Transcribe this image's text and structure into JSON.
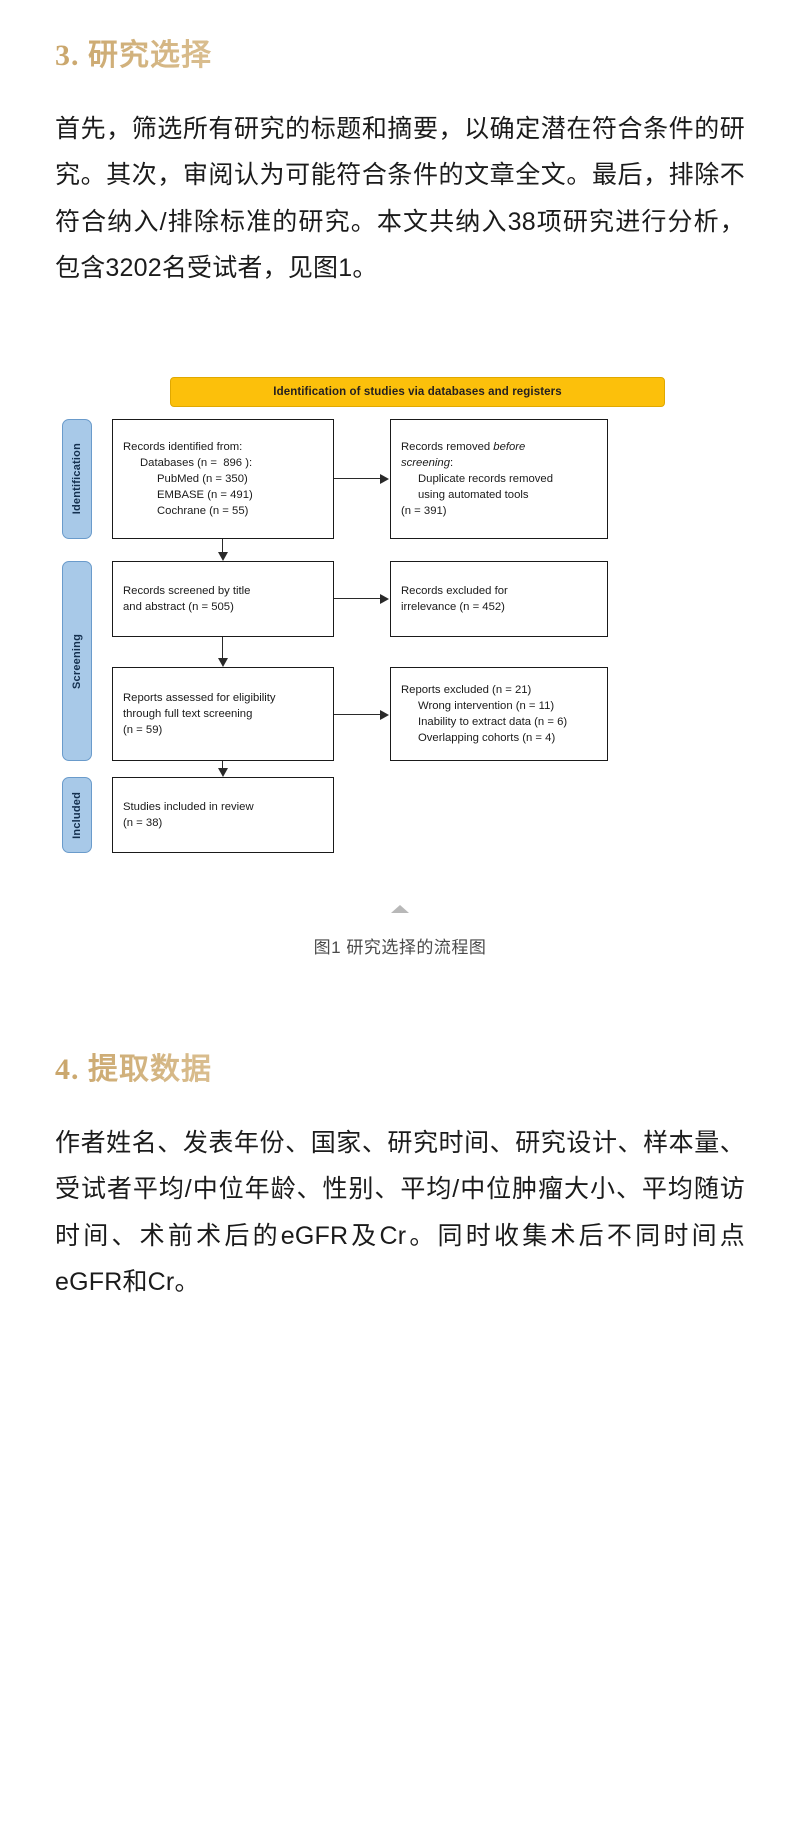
{
  "sections": {
    "study_selection": {
      "heading": "3. 研究选择",
      "paragraph": "首先，筛选所有研究的标题和摘要，以确定潜在符合条件的研究。其次，审阅认为可能符合条件的文章全文。最后，排除不符合纳入/排除标准的研究。本文共纳入38项研究进行分析，包含3202名受试者，见图1。"
    },
    "data_extraction": {
      "heading": "4. 提取数据",
      "paragraph": "作者姓名、发表年份、国家、研究时间、研究设计、样本量、受试者平均/中位年龄、性别、平均/中位肿瘤大小、平均随访时间、术前术后的eGFR及Cr。同时收集术后不同时间点eGFR和Cr。"
    }
  },
  "figure": {
    "caption": "图1 研究选择的流程图",
    "banner": "Identification of studies via databases and registers",
    "colors": {
      "banner_bg": "#fcc00b",
      "stage_bg": "#a8c9e8",
      "stage_border": "#6a9bcb",
      "box_border": "#1a1a1a",
      "heading_gold": "#c9a56a"
    },
    "stages": [
      {
        "label": "Identification"
      },
      {
        "label": "Screening"
      },
      {
        "label": "Included"
      }
    ],
    "boxes": {
      "identified": {
        "line1": "Records identified from:",
        "line2": "Databases (n =  896 ):",
        "line3": "PubMed (n = 350)",
        "line4": "EMBASE (n = 491)",
        "line5": "Cochrane (n = 55)"
      },
      "removed": {
        "line1_a": "Records removed ",
        "line1_em": "before",
        "line2_em": "screening",
        "line2_b": ":",
        "line3": "Duplicate records removed",
        "line4": "using automated tools",
        "line5": "(n = 391)"
      },
      "screened": {
        "line1": "Records screened by title",
        "line2": "and abstract (n = 505)"
      },
      "excluded_irrelevance": {
        "line1": "Records excluded for",
        "line2": "irrelevance (n = 452)"
      },
      "eligibility": {
        "line1": "Reports assessed for eligibility",
        "line2": "through full text screening",
        "line3": "(n = 59)"
      },
      "excluded_reports": {
        "line1": "Reports excluded (n = 21)",
        "line2": "Wrong intervention (n = 11)",
        "line3": "Inability to extract data (n = 6)",
        "line4": "Overlapping cohorts (n = 4)"
      },
      "included": {
        "line1": "Studies included in review",
        "line2": "(n = 38)"
      }
    }
  }
}
